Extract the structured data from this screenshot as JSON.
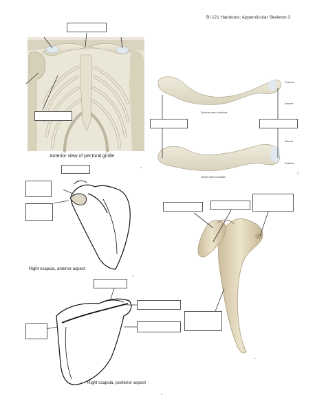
{
  "header": "BI 121 Handouts: Appendicular Skeleton 3",
  "captions": {
    "pectoral_girdle": "Anterior view of pectoral girdle",
    "superior_clavicle": "Superior view of clavicle",
    "inferior_clavicle": "Inferior view of clavicle",
    "scapula_anterior": "Right scapula, anterior aspect",
    "scapula_posterior": "Right scapula, posterior aspect"
  },
  "clavicle_labels": {
    "posterior_top": "Posterior",
    "anterior_top": "Anterior",
    "anterior_bottom": "Anterior",
    "posterior_bottom": "Posterior"
  },
  "page_marks": {
    "mark_1": "a",
    "mark_2": "a",
    "mark_3": "a",
    "mark_4": "a",
    "mark_5": "a"
  },
  "colors": {
    "bone_fill": "#e8e4d4",
    "bone_shadow": "#cdc7b0",
    "cartilage": "#dce8ef",
    "rib_shadow": "#b9b39f",
    "photo_bone": "#e2d7bd",
    "photo_bone_dark": "#b8a988",
    "leader_line": "#333333",
    "label_box_border": "#555555"
  }
}
